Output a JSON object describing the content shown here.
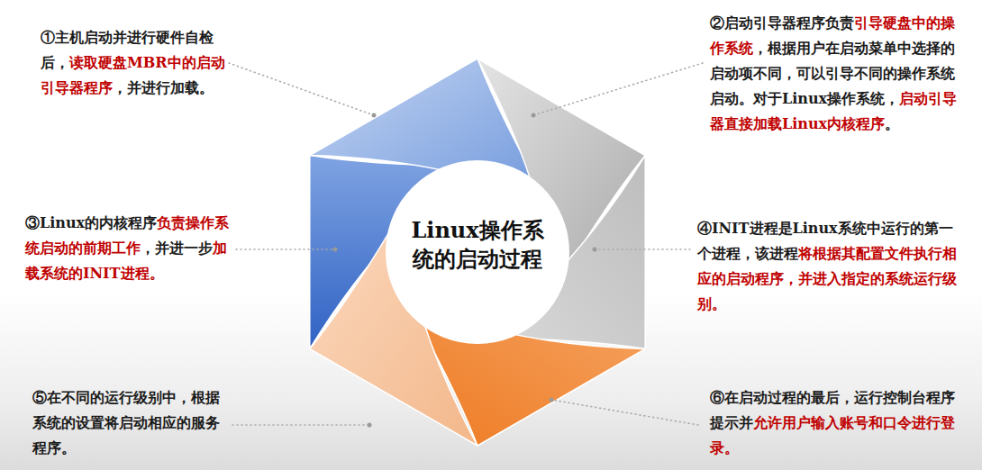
{
  "diagram": {
    "title": "Linux操作系统的启动过程",
    "labels": [
      "①主机启动并进行硬件自检后，",
      "读取硬盘MBR中的启动引导器程序",
      "，并进行加载。",
      "②启动引导器程序负责",
      "引导硬盘中的操作系统",
      "，根据用户在启动菜单中选择的启动项不同，可以引导不同的操作系统启动。对于Linux操作系统，",
      "启动引导器直接加载Linux内核程序",
      "。",
      "③Linux的内核程序",
      "负责操作系统启动的前期工作",
      "，并进一步",
      "加载系统的INIT进程。",
      "④INIT进程是Linux系统中运行的第一个进程，该进程",
      "将根据其配置文件执行相应的启动程序，并进入指定的系统运行级别。",
      "⑤在不同的运行级别中，根据系统的设置将启动相应的服务程序。",
      "⑥在启动过程的最后，运行控制台程序提示并",
      "允许用户输入账号和口令进行登录。"
    ]
  }
}
